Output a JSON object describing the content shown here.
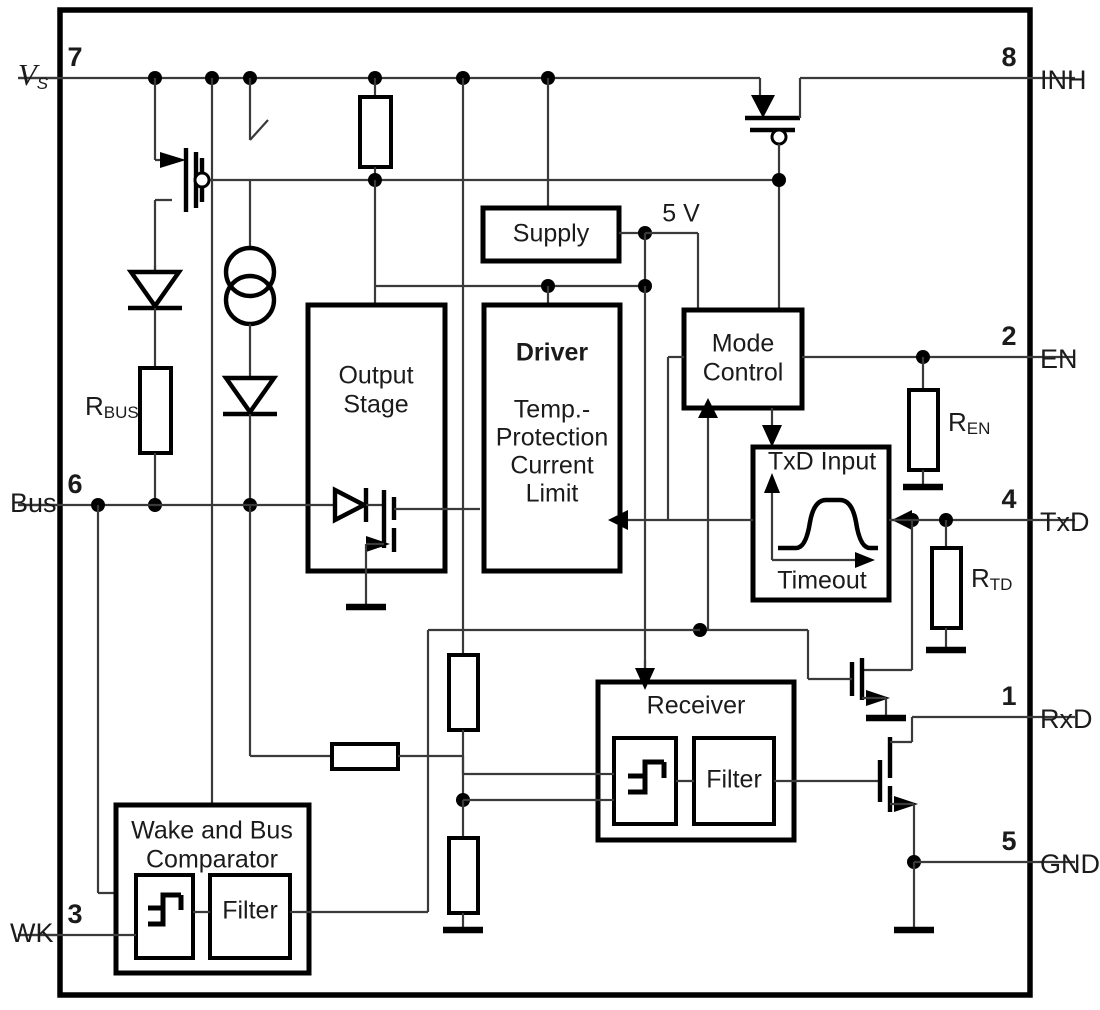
{
  "diagram": {
    "title": "CAN transceiver block diagram",
    "colors": {
      "line": "#3a3a3a",
      "ink": "#000000",
      "bg": "#ffffff"
    }
  },
  "pins": [
    {
      "number": "7",
      "label": "Vs",
      "side": "left",
      "name": "pin-vs"
    },
    {
      "number": "6",
      "label": "Bus",
      "side": "left",
      "name": "pin-bus"
    },
    {
      "number": "3",
      "label": "WK",
      "side": "left",
      "name": "pin-wk"
    },
    {
      "number": "8",
      "label": "INH",
      "side": "right",
      "name": "pin-inh"
    },
    {
      "number": "2",
      "label": "EN",
      "side": "right",
      "name": "pin-en"
    },
    {
      "number": "4",
      "label": "TxD",
      "side": "right",
      "name": "pin-txd"
    },
    {
      "number": "1",
      "label": "RxD",
      "side": "right",
      "name": "pin-rxd"
    },
    {
      "number": "5",
      "label": "GND",
      "side": "right",
      "name": "pin-gnd"
    }
  ],
  "blocks": {
    "supply": {
      "label": "Supply"
    },
    "output_stage": {
      "line1": "Output",
      "line2": "Stage"
    },
    "driver": {
      "title": "Driver",
      "line1": "Temp.-",
      "line2": "Protection",
      "line3": "Current",
      "line4": "Limit"
    },
    "mode_control": {
      "line1": "Mode",
      "line2": "Control"
    },
    "txd_input": {
      "title": "TxD Input",
      "caption": "Timeout"
    },
    "receiver": {
      "title": "Receiver",
      "filter": "Filter"
    },
    "wake_comparator": {
      "line1": "Wake and Bus",
      "line2": "Comparator",
      "filter": "Filter"
    }
  },
  "components": {
    "r_bus": {
      "base": "R",
      "sub": "BUS"
    },
    "r_en": {
      "base": "R",
      "sub": "EN"
    },
    "r_td": {
      "base": "R",
      "sub": "TD"
    }
  },
  "annotations": {
    "five_volt": "5 V",
    "vs_label": "V",
    "vs_sub": "S"
  }
}
